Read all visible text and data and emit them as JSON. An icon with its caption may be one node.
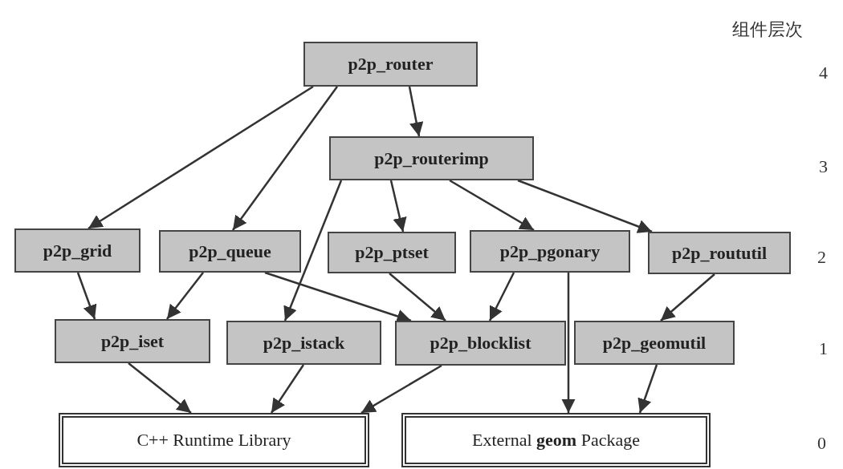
{
  "diagram": {
    "nodes": [
      {
        "text": [
          "p2p_router"
        ]
      },
      {
        "text": [
          "p2p_routerimp"
        ]
      },
      {
        "text": [
          "p2p_grid"
        ]
      },
      {
        "text": [
          "p2p_queue"
        ]
      },
      {
        "text": [
          "p2p_ptset"
        ]
      },
      {
        "text": [
          "p2p_pgonary"
        ]
      },
      {
        "text": [
          "p2p_roututil"
        ]
      },
      {
        "text": [
          "p2p_iset"
        ]
      },
      {
        "text": [
          "p2p_istack"
        ]
      },
      {
        "text": [
          "p2p_blocklist"
        ]
      },
      {
        "text": [
          "p2p_geomutil"
        ]
      },
      {
        "text": [
          "C++ Runtime Library"
        ]
      },
      {
        "text": [
          "External **geom** Package"
        ]
      }
    ],
    "edges": [
      {
        "from": 0,
        "to": 2,
        "arrow": "to"
      },
      {
        "from": 0,
        "to": 3,
        "arrow": "to"
      },
      {
        "from": 0,
        "to": 1,
        "arrow": "to"
      },
      {
        "from": 1,
        "to": 8,
        "arrow": "to"
      },
      {
        "from": 1,
        "to": 4,
        "arrow": "to"
      },
      {
        "from": 1,
        "to": 5,
        "arrow": "to"
      },
      {
        "from": 1,
        "to": 6,
        "arrow": "to"
      },
      {
        "from": 2,
        "to": 7,
        "arrow": "to"
      },
      {
        "from": 3,
        "to": 7,
        "arrow": "to"
      },
      {
        "from": 3,
        "to": 9,
        "arrow": "to"
      },
      {
        "from": 4,
        "to": 9,
        "arrow": "to"
      },
      {
        "from": 5,
        "to": 9,
        "arrow": "to"
      },
      {
        "from": 5,
        "to": 12,
        "arrow": "to"
      },
      {
        "from": 6,
        "to": 10,
        "arrow": "to"
      },
      {
        "from": 7,
        "to": 11,
        "arrow": "to"
      },
      {
        "from": 8,
        "to": 11,
        "arrow": "to"
      },
      {
        "from": 9,
        "to": 11,
        "arrow": "to"
      },
      {
        "from": 10,
        "to": 12,
        "arrow": "to"
      }
    ],
    "labels": [
      "组件层次",
      "4",
      "3",
      "2",
      "1",
      "0"
    ]
  }
}
